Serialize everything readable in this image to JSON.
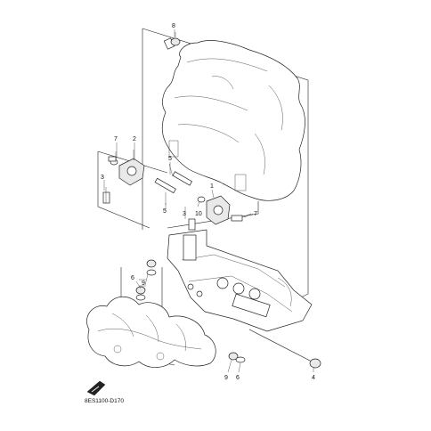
{
  "diagram": {
    "code": "8ES1100-D170",
    "callouts": {
      "c8": "8",
      "c7a": "7",
      "c2": "2",
      "c5a": "5",
      "c3a": "3",
      "c5b": "5",
      "c3b": "3",
      "c10": "10",
      "c1": "1",
      "c7b": "7",
      "c6a": "6",
      "c9a": "9",
      "c9b": "9",
      "c6b": "6",
      "c4": "4"
    }
  }
}
